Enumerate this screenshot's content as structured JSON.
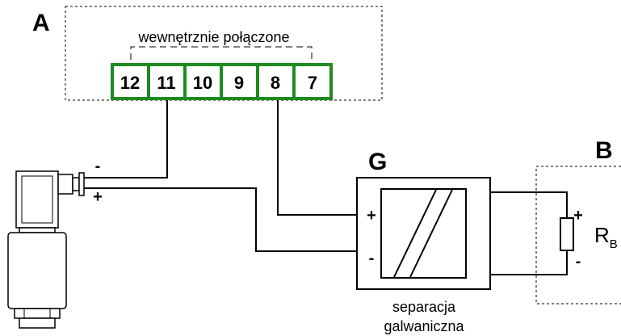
{
  "labels": {
    "block_a": "A",
    "block_b": "B",
    "block_g": "G",
    "internal_connection": "wewnętrznie połączone",
    "galvanic_separation_line1": "separacja",
    "galvanic_separation_line2": "galwaniczna",
    "resistor_main": "R",
    "resistor_sub": "B"
  },
  "terminals": [
    "12",
    "11",
    "10",
    "9",
    "8",
    "7"
  ],
  "signs": {
    "sensor_minus": "-",
    "sensor_plus": "+",
    "g_in_plus": "+",
    "g_in_minus": "-",
    "b_plus": "+",
    "b_minus": "-"
  },
  "colors": {
    "terminal_green": "#1f8a1f",
    "wire": "#000000",
    "sensor_body": "#ffffff"
  }
}
